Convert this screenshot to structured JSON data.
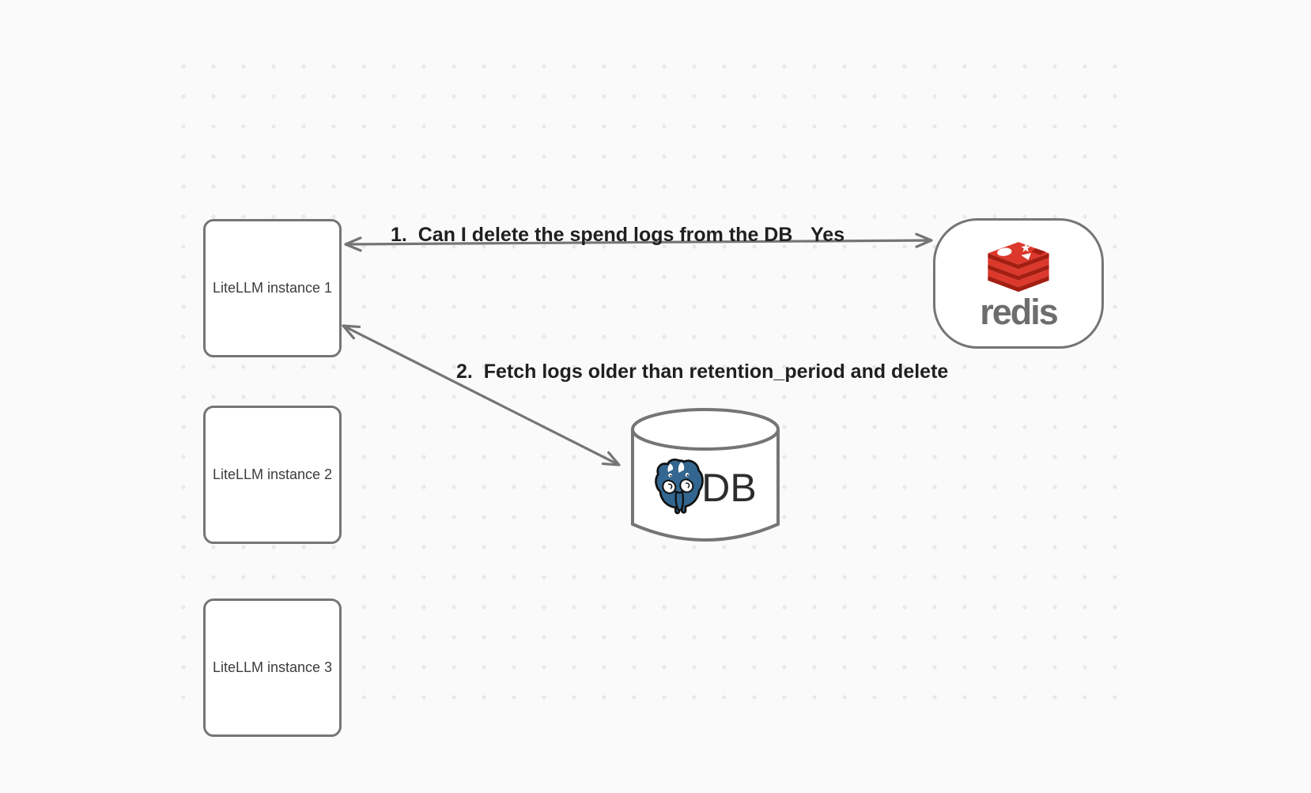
{
  "diagram": {
    "colors": {
      "background": "#fafafa",
      "dot": "#e8e8e8",
      "stroke": "#757575",
      "label_text": "#1f1f1f",
      "node_text": "#3c3c3c",
      "redis_red": "#dc382c",
      "redis_dark_red": "#a41e11",
      "redis_wordmark": "#6d6d6d",
      "postgres_blue": "#336791",
      "db_text": "#2d2d2d",
      "outline_black": "#101010"
    },
    "instances": [
      {
        "label": "LiteLLM instance 1"
      },
      {
        "label": "LiteLLM instance 2"
      },
      {
        "label": "LiteLLM instance 3"
      }
    ],
    "redis": {
      "wordmark": "redis"
    },
    "database": {
      "label": "DB"
    },
    "edges": [
      {
        "label": "1.  Can I delete the spend logs from the DB",
        "reply": "Yes"
      },
      {
        "label": "2.  Fetch logs older than retention_period and delete"
      }
    ],
    "icons": {
      "redis_logo": "redis-stack-icon",
      "postgres_logo": "postgresql-elephant-icon",
      "database_shape": "db-cylinder-icon"
    }
  }
}
